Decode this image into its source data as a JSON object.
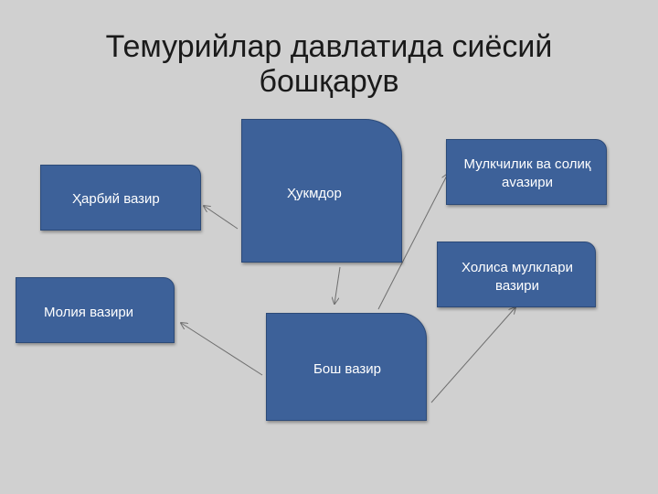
{
  "title": {
    "line1": "Темурийлар давлатида сиёсий",
    "line2": "бошқарув"
  },
  "nodes": {
    "hukmdor": "Ҳукмдор",
    "harbiy_vazir": "Ҳарбий вазир",
    "molkchilik": "Мулкчилик ва солиқ аvазири",
    "molia_vaziri": "Молия вазири",
    "xolisa": "Холиса мулклари вазири",
    "bosh_vazir": "Бош вазир"
  },
  "edges": [
    {
      "from": "hukmdor",
      "to": "harbiy_vazir"
    },
    {
      "from": "hukmdor",
      "to": "bosh_vazir"
    },
    {
      "from": "bosh_vazir",
      "to": "molia_vaziri"
    },
    {
      "from": "bosh_vazir",
      "to": "molkchilik"
    },
    {
      "from": "bosh_vazir",
      "to": "xolisa"
    }
  ],
  "colors": {
    "box_fill": "#3d6199",
    "box_text": "#ffffff",
    "arrow": "#6e6e6e",
    "background": "#d0d0d0"
  }
}
